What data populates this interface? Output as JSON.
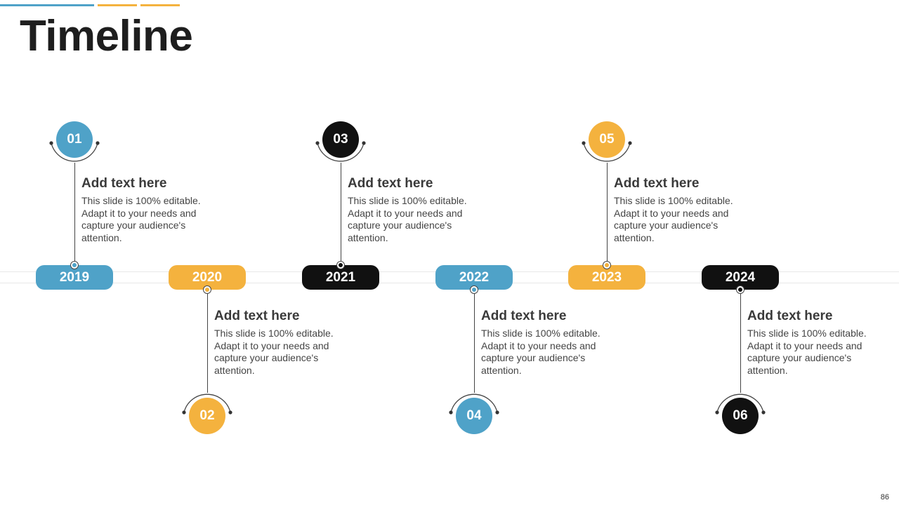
{
  "title": "Timeline",
  "page_number": "86",
  "colors": {
    "blue": "#4fa2c8",
    "orange": "#f4b23e",
    "black": "#111111"
  },
  "milestones": [
    {
      "number": "01",
      "year": "2019",
      "position": "top",
      "color": "#4fa2c8",
      "heading": "Add text here",
      "body": "This slide is 100% editable. Adapt it to your needs and capture your audience's attention."
    },
    {
      "number": "02",
      "year": "2020",
      "position": "bottom",
      "color": "#f4b23e",
      "heading": "Add text here",
      "body": "This slide is 100% editable. Adapt it to your needs and capture your audience's attention."
    },
    {
      "number": "03",
      "year": "2021",
      "position": "top",
      "color": "#111111",
      "heading": "Add text here",
      "body": "This slide is 100% editable. Adapt it to your needs and capture your audience's attention."
    },
    {
      "number": "04",
      "year": "2022",
      "position": "bottom",
      "color": "#4fa2c8",
      "heading": "Add text here",
      "body": "This slide is 100% editable. Adapt it to your needs and capture your audience's attention."
    },
    {
      "number": "05",
      "year": "2023",
      "position": "top",
      "color": "#f4b23e",
      "heading": "Add text here",
      "body": "This slide is 100% editable. Adapt it to your needs and capture your audience's attention."
    },
    {
      "number": "06",
      "year": "2024",
      "position": "bottom",
      "color": "#111111",
      "heading": "Add text here",
      "body": "This slide is 100% editable. Adapt it to your needs and capture your audience's attention."
    }
  ]
}
